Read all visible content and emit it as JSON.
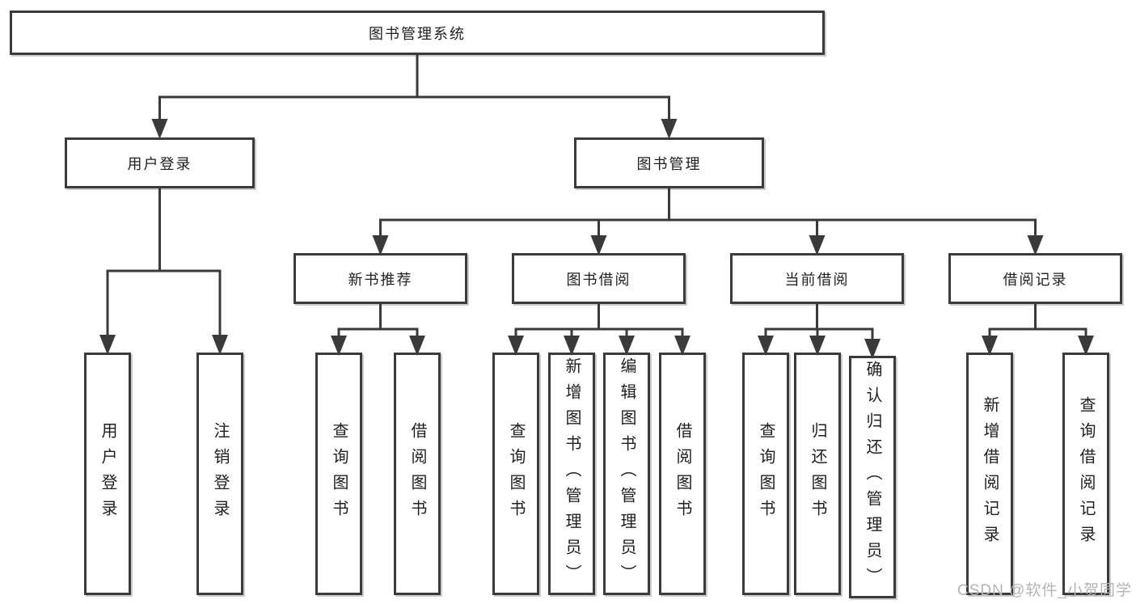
{
  "tree": {
    "label": "图书管理系统",
    "children": [
      {
        "label": "用户登录",
        "children": [
          {
            "label": "用户登录"
          },
          {
            "label": "注销登录"
          }
        ]
      },
      {
        "label": "图书管理",
        "children": [
          {
            "label": "新书推荐",
            "children": [
              {
                "label": "查询图书"
              },
              {
                "label": "借阅图书"
              }
            ]
          },
          {
            "label": "图书借阅",
            "children": [
              {
                "label": "查询图书"
              },
              {
                "label": "新增图书（管理员）"
              },
              {
                "label": "编辑图书（管理员）"
              },
              {
                "label": "借阅图书"
              }
            ]
          },
          {
            "label": "当前借阅",
            "children": [
              {
                "label": "查询图书"
              },
              {
                "label": "归还图书"
              },
              {
                "label": "确认归还（管理员）"
              }
            ]
          },
          {
            "label": "借阅记录",
            "children": [
              {
                "label": "新增借阅记录"
              },
              {
                "label": "查询借阅记录"
              }
            ]
          }
        ]
      }
    ]
  },
  "watermark": "CSDN @软件_小贺同学",
  "colors": {
    "line": "#3a3a3a",
    "border": "#3b3b3b",
    "text": "#1f1f1f",
    "watermark": "#b4b4b4",
    "background": "#ffffff"
  }
}
